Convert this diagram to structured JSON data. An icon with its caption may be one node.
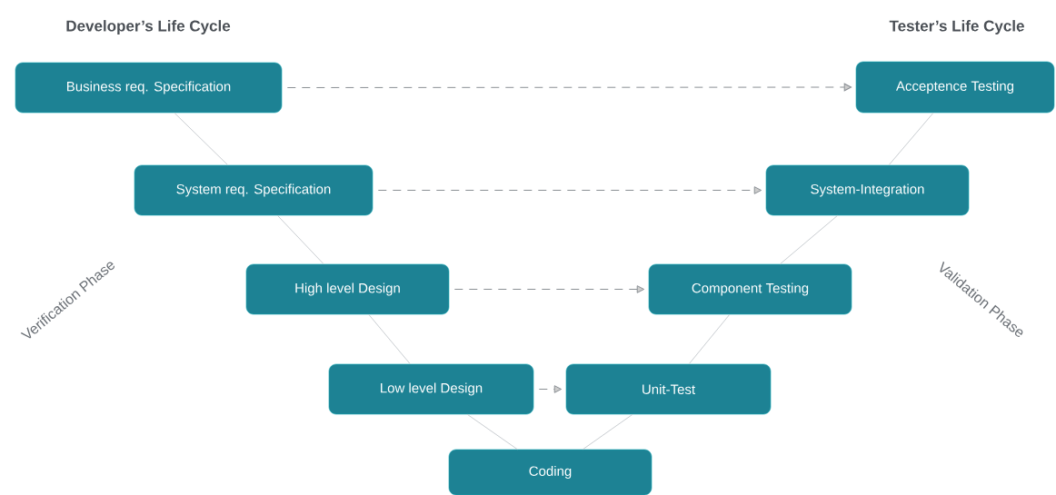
{
  "diagram": {
    "nodes": [
      {
        "text": [
          "Business req. Specification"
        ]
      },
      {
        "text": [
          "Acceptence Testing"
        ]
      },
      {
        "text": [
          "System req. Specification"
        ]
      },
      {
        "text": [
          "System-Integration"
        ]
      },
      {
        "text": [
          "High level Design"
        ]
      },
      {
        "text": [
          "Component Testing"
        ]
      },
      {
        "text": [
          "Low level Design"
        ]
      },
      {
        "text": [
          "Unit-Test"
        ]
      },
      {
        "text": [
          "Coding"
        ]
      }
    ],
    "edges": [
      {
        "from": 0,
        "to": 1,
        "arrow": "to",
        "style": "dashed",
        "color": "#8a8f94"
      },
      {
        "from": 2,
        "to": 3,
        "arrow": "to",
        "style": "dashed",
        "color": "#8a8f94"
      },
      {
        "from": 4,
        "to": 5,
        "arrow": "to",
        "style": "dashed",
        "color": "#8a8f94"
      },
      {
        "from": 6,
        "to": 7,
        "arrow": "to",
        "style": "dashed",
        "color": "#8a8f94"
      },
      {
        "from": 0,
        "to": 2,
        "arrow": "none"
      },
      {
        "from": 2,
        "to": 4,
        "arrow": "none"
      },
      {
        "from": 4,
        "to": 6,
        "arrow": "none"
      },
      {
        "from": 6,
        "to": 8,
        "arrow": "none"
      },
      {
        "from": 8,
        "to": 7,
        "arrow": "none"
      },
      {
        "from": 7,
        "to": 5,
        "arrow": "none"
      },
      {
        "from": 5,
        "to": 3,
        "arrow": "none"
      },
      {
        "from": 3,
        "to": 1,
        "arrow": "none"
      }
    ],
    "labels": [
      "Developer’s Life Cycle",
      "Tester’s Life Cycle",
      "Verification Phase",
      "Validation Phase"
    ]
  }
}
